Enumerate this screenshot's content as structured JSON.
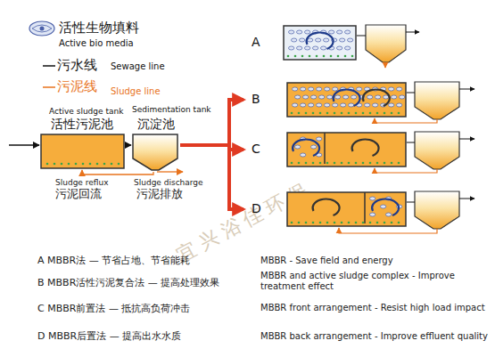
{
  "diagram": {
    "nodes": [
      {
        "text": [
          "Active sludge tank",
          "活性污泥池"
        ]
      },
      {
        "text": [
          "Sedimentation tank",
          "沉淀池"
        ]
      },
      {
        "text": [
          "A"
        ]
      },
      {
        "text": [
          "B"
        ]
      },
      {
        "text": [
          "C"
        ]
      },
      {
        "text": [
          "D"
        ]
      }
    ],
    "edges": [
      {
        "from": 0,
        "to": 1,
        "arrow": "to"
      },
      {
        "from": 1,
        "to": 3,
        "arrow": "to"
      },
      {
        "from": 1,
        "to": 4,
        "arrow": "to"
      },
      {
        "from": 1,
        "to": 5,
        "arrow": "to"
      }
    ],
    "labels": [
      "Sludge reflux",
      "污泥回流",
      "Sludge discharge",
      "污泥排放",
      "A MBBR法 — 节省占地、节省能耗",
      "B MBBR活性污泥复合法 — 提高处理效果",
      "C MBBR前置法 — 抵抗高负荷冲击",
      "D MBBR后置法 — 提高出水水质",
      "MBBR - Save field and energy",
      "MBBR and active sludge complex - Improve treatment effect",
      "MBBR front arrangement - Resist high load impact",
      "MBBR back arrangement - Improve effluent quality",
      "宜兴浴佳环保"
    ],
    "legend": [
      {
        "text": "活性生物填料"
      },
      {
        "text": "Active bio media"
      },
      {
        "text": "污水线"
      },
      {
        "text": "Sewage line"
      },
      {
        "text": "污泥线"
      },
      {
        "text": "Sludge line"
      }
    ]
  }
}
